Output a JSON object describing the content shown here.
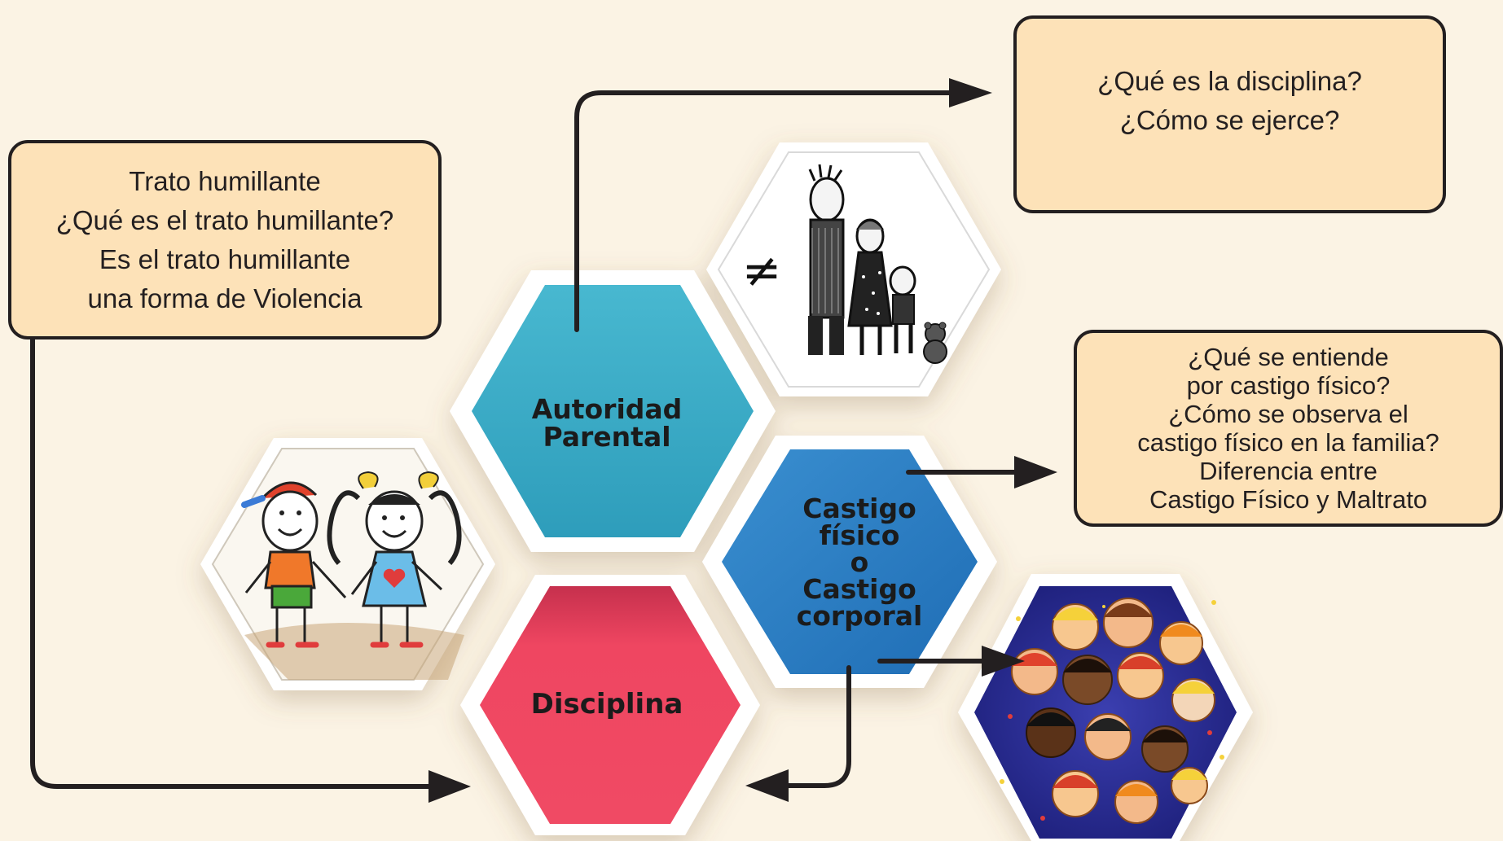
{
  "boxes": {
    "left": {
      "lines": [
        "Trato humillante",
        "¿Qué es el trato humillante?",
        "Es el trato humillante",
        "una forma de Violencia"
      ]
    },
    "top": {
      "lines": [
        "¿Qué es la disciplina?",
        "¿Cómo se ejerce?"
      ]
    },
    "right": {
      "lines": [
        "¿Qué se entiende",
        "por castigo físico?",
        "¿Cómo se observa el",
        "castigo físico en la familia?",
        "Diferencia entre",
        "Castigo Físico y Maltrato"
      ]
    }
  },
  "hexagons": {
    "autoridad": {
      "lines": [
        "Autoridad",
        "Parental"
      ],
      "color": "#3eaec8"
    },
    "castigo": {
      "lines": [
        "Castigo",
        "físico",
        "o",
        "Castigo",
        "corporal"
      ],
      "color": "#2a7fc5"
    },
    "disciplina": {
      "lines": [
        "Disciplina"
      ],
      "color": "#ef4661"
    }
  },
  "pictures": {
    "family": {
      "symbol": "≠",
      "icon": "arguing-family-illustration"
    },
    "kids": {
      "icon": "holding-hands-children-drawing"
    },
    "crowd": {
      "icon": "diverse-children-faces-illustration"
    }
  },
  "colors": {
    "background": "#fbf3e4",
    "box_fill": "#fde2b8",
    "outline": "#231f20"
  }
}
